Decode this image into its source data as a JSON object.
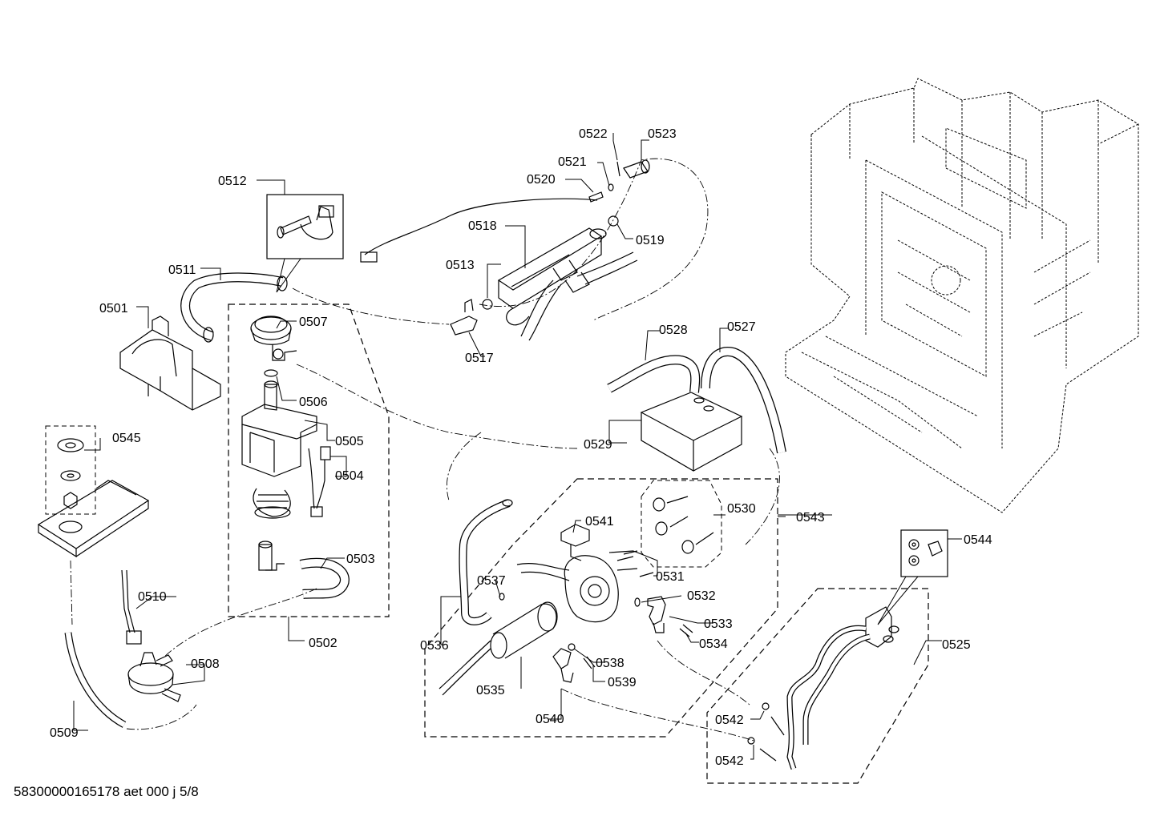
{
  "callouts": {
    "c0501": "0501",
    "c0502": "0502",
    "c0503": "0503",
    "c0504": "0504",
    "c0505": "0505",
    "c0506": "0506",
    "c0507": "0507",
    "c0508": "0508",
    "c0509": "0509",
    "c0510": "0510",
    "c0511": "0511",
    "c0512": "0512",
    "c0513": "0513",
    "c0517": "0517",
    "c0518": "0518",
    "c0519": "0519",
    "c0520": "0520",
    "c0521": "0521",
    "c0522": "0522",
    "c0523": "0523",
    "c0525": "0525",
    "c0527": "0527",
    "c0528": "0528",
    "c0529": "0529",
    "c0530": "0530",
    "c0531": "0531",
    "c0532": "0532",
    "c0533": "0533",
    "c0534": "0534",
    "c0535": "0535",
    "c0536": "0536",
    "c0537": "0537",
    "c0538": "0538",
    "c0539": "0539",
    "c0540": "0540",
    "c0541": "0541",
    "c0542a": "0542",
    "c0542b": "0542",
    "c0543": "0543",
    "c0544": "0544",
    "c0545": "0545"
  },
  "footer": {
    "doc_id": "58300000165178 aet 000 j 5/8"
  }
}
